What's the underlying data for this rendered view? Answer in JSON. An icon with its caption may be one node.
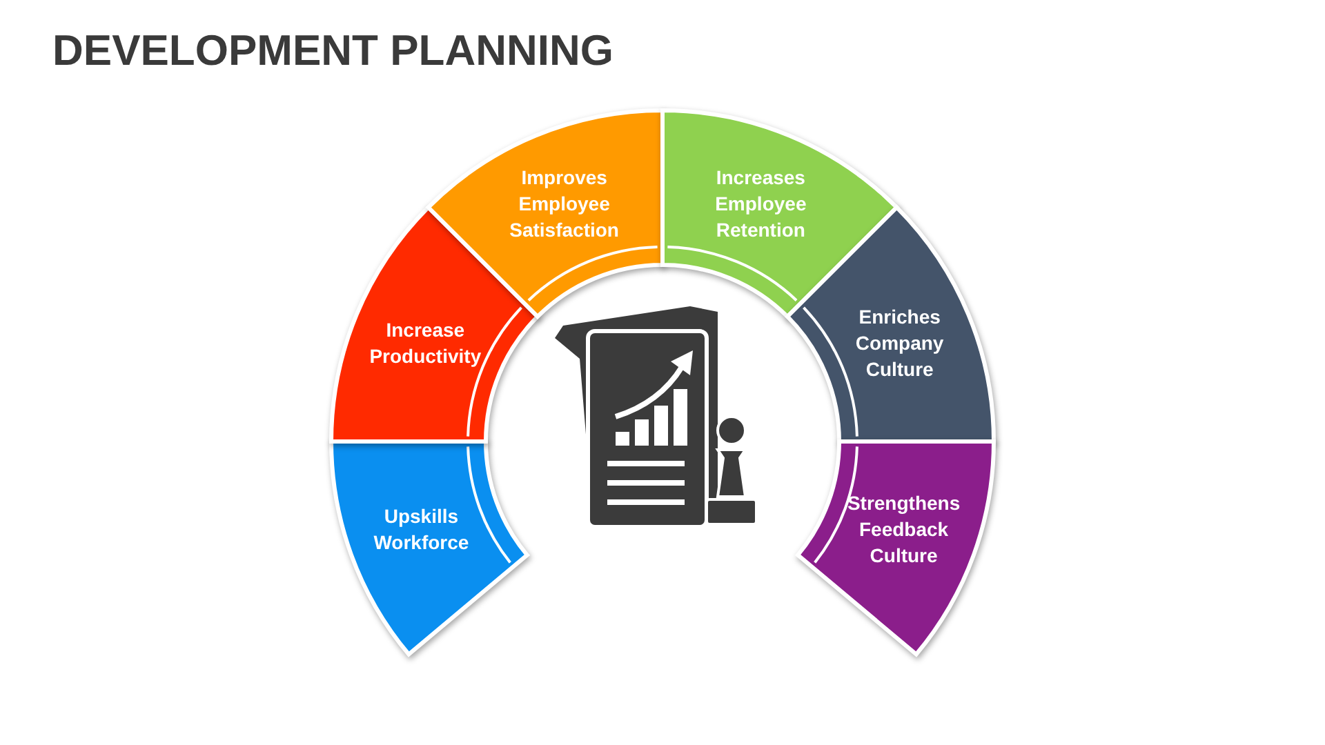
{
  "diagram": {
    "title": "DEVELOPMENT PLANNING",
    "nodes": [
      {
        "text": [
          "Upskills Workforce"
        ]
      },
      {
        "text": [
          "Increase Productivity"
        ]
      },
      {
        "text": [
          "Improves Employee Satisfaction"
        ]
      },
      {
        "text": [
          "Increases Employee Retention"
        ]
      },
      {
        "text": [
          "Enriches Company Culture"
        ]
      },
      {
        "text": [
          "Strengthens Feedback Culture"
        ]
      }
    ]
  }
}
